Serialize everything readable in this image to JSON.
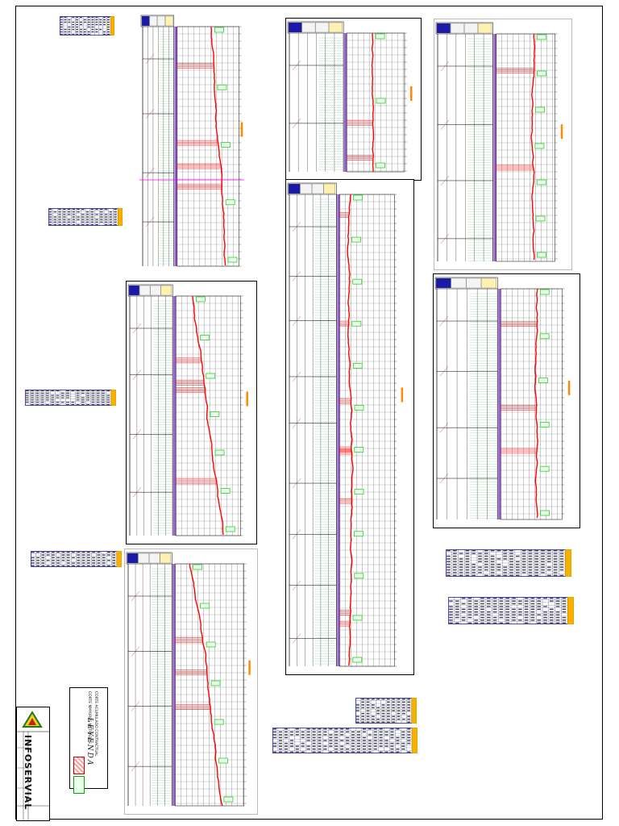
{
  "legend": {
    "title": "LEYENDA",
    "items": [
      {
        "label": "CORTE ACUMULADO CONTRACTUAL",
        "color": "#ff0000"
      },
      {
        "label": "CORTE MAYORES METRADOS",
        "color": "#00aa00"
      }
    ]
  },
  "titleblock": {
    "name": "INFOSERVIAL"
  },
  "colors": {
    "cut_line": "#ff0000",
    "terrain_grid": "#000000",
    "label_box": "#33cc33",
    "header_blue": "#1a1aa6",
    "guide_purple": "#8a3ccf",
    "magenta": "#ff00ff"
  },
  "icons": {
    "logo": "triangle-emblem-icon"
  }
}
